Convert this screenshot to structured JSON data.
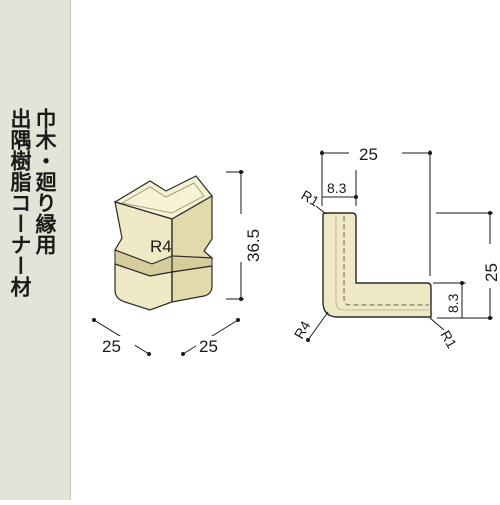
{
  "title": {
    "line1": "巾木・廻り縁用",
    "line2": "出隅樹脂コーナー材"
  },
  "colors": {
    "sidebar": "#e3e3d8",
    "part_light": "#f3efcf",
    "part_shade": "#dcd4a8",
    "part_outline": "#2a2a2a",
    "dim_line": "#1a1a1a"
  },
  "perspective": {
    "radius_label": "R4",
    "height_label": "36.5",
    "width_left_label": "25",
    "width_right_label": "25"
  },
  "section": {
    "width_label": "25",
    "height_label": "25",
    "top_small_label": "8.3",
    "right_small_label": "8.3",
    "radius_tl_label": "R1",
    "radius_br_label": "R1",
    "radius_bl_label": "R4"
  }
}
